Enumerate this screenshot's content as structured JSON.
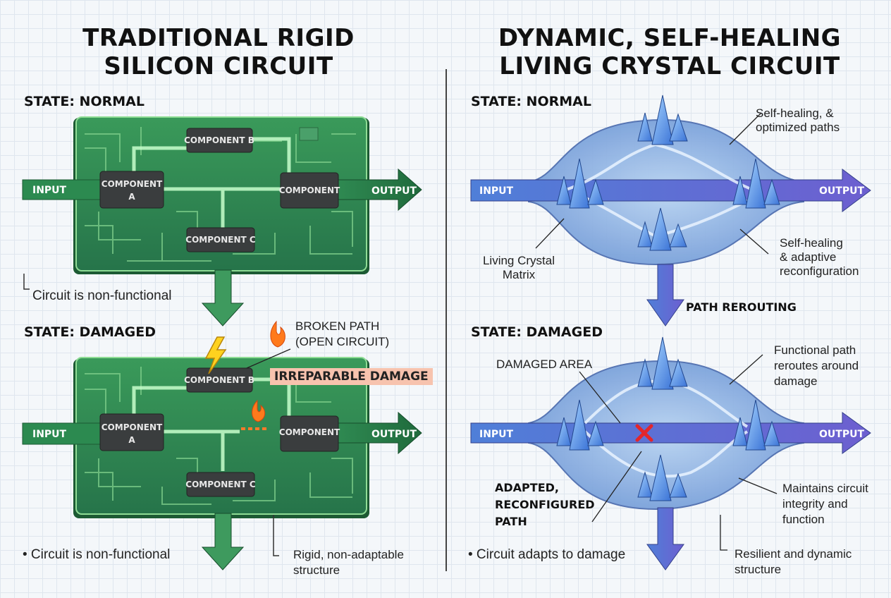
{
  "left": {
    "title_line1": "TRADITIONAL RIGID",
    "title_line2": "SILICON CIRCUIT",
    "state_normal": "STATE: NORMAL",
    "state_damaged": "STATE: DAMAGED",
    "input": "INPUT",
    "output": "OUTPUT",
    "component_a_line1": "COMPONENT",
    "component_a_line2": "A",
    "component_b": "COMPONENT B",
    "component_c": "COMPONENT C",
    "component": "COMPONENT",
    "note_normal": "Circuit is non-functional",
    "note_damaged": "• Circuit is non-functional",
    "broken_path_line1": "BROKEN PATH",
    "broken_path_line2": "(OPEN CIRCUIT)",
    "irreparable": "IRREPARABLE DAMAGE",
    "rigid_line1": "Rigid, non-adaptable",
    "rigid_line2": "structure"
  },
  "right": {
    "title_line1": "DYNAMIC, SELF-HEALING",
    "title_line2": "LIVING CRYSTAL CIRCUIT",
    "state_normal": "STATE: NORMAL",
    "state_damaged": "STATE: DAMAGED",
    "input": "INPUT",
    "output": "OUTPUT",
    "self_healing_line1": "Self-healing, &",
    "self_healing_line2": "optimized paths",
    "matrix_line1": "Living Crystal",
    "matrix_line2": "Matrix",
    "adaptive_line1": "Self-healing",
    "adaptive_line2": "& adaptive",
    "adaptive_line3": "reconfiguration",
    "rerouting": "PATH REROUTING",
    "damaged_area": "DAMAGED AREA",
    "functional_line1": "Functional path",
    "functional_line2": "reroutes around",
    "functional_line3": "damage",
    "adapted_line1": "ADAPTED,",
    "adapted_line2": "RECONFIGURED",
    "adapted_line3": "PATH",
    "maintains_line1": "Maintains circuit",
    "maintains_line2": "integrity and",
    "maintains_line3": "function",
    "resilient_line1": "Resilient and dynamic",
    "resilient_line2": "structure",
    "note_damaged": "• Circuit adapts to damage"
  },
  "colors": {
    "board": "#2e8b4e",
    "board_dark": "#1f5e34",
    "trace": "#8fdc95",
    "chip": "#3a3d3e",
    "crystal": "#5b9df0",
    "crystal_body": "#9cc2ec",
    "accent_damage": "#ff6a2b",
    "accent_purple": "#9a6be8"
  }
}
